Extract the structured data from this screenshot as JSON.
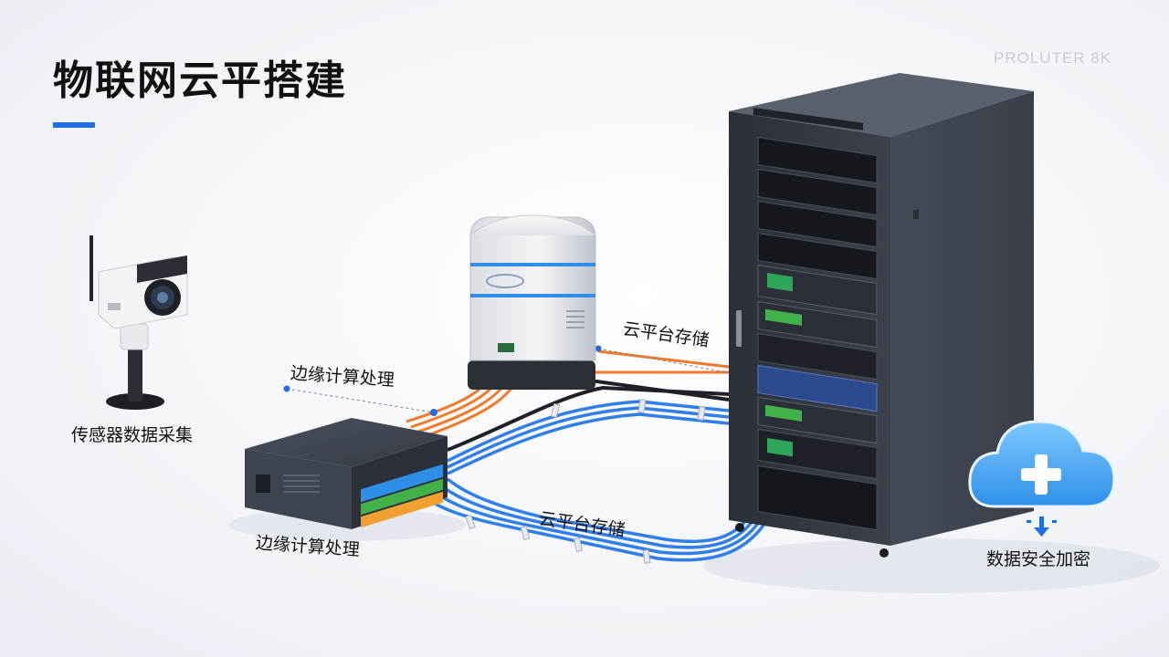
{
  "page": {
    "title": "物联网云平搭建",
    "watermark": "PROLUTER 8K"
  },
  "labels": {
    "sensor": "传感器数据采集",
    "edge_top": "边缘计算处理",
    "edge_bottom": "边缘计算处理",
    "cloud_top": "云平台存储",
    "cloud_bottom": "云平台存储",
    "security": "数据安全加密"
  },
  "colors": {
    "accent": "#1f6fe0",
    "cable_blue": "#2f7fe6",
    "cable_orange": "#f07a2a",
    "rack": "#3a3f4a",
    "cloud": "#3da5f0"
  },
  "icons": [
    "camera-icon",
    "gateway-icon",
    "switch-icon",
    "server-rack-icon",
    "cloud-plus-icon",
    "download-arrow-icon"
  ]
}
